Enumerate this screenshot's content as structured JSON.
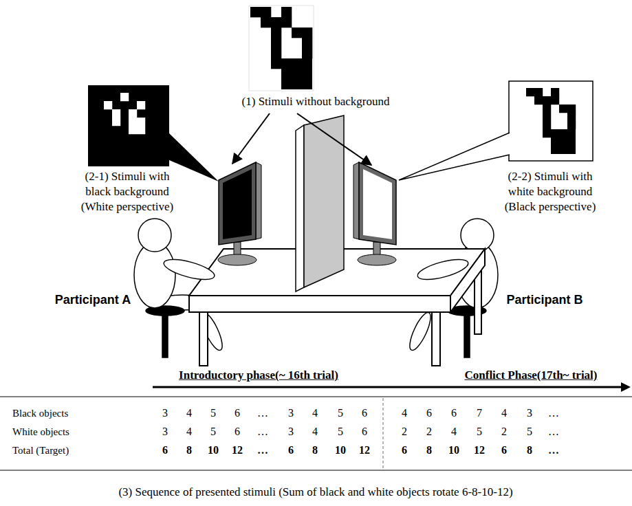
{
  "diagram": {
    "caption": "(3) Sequence of presented stimuli (Sum of black and white objects rotate 6-8-10-12)",
    "labels": [
      "(1) Stimuli without background",
      "(2-1) Stimuli with black background (White perspective)",
      "(2-2) Stimuli with white background (Black perspective)",
      "Participant A",
      "Participant B",
      "Introductory phase(~ 16th trial)",
      "Conflict Phase(17th~ trial)",
      "Black objects",
      "3",
      "4",
      "5",
      "6",
      "…",
      "3",
      "4",
      "5",
      "6",
      "4",
      "6",
      "6",
      "7",
      "4",
      "3",
      "…",
      "White objects",
      "3",
      "4",
      "5",
      "6",
      "…",
      "3",
      "4",
      "5",
      "6",
      "2",
      "2",
      "4",
      "5",
      "2",
      "5",
      "…",
      "Total (Target)",
      "6",
      "8",
      "10",
      "12",
      "…",
      "6",
      "8",
      "10",
      "12",
      "6",
      "8",
      "10",
      "12",
      "6",
      "8",
      "…"
    ]
  }
}
